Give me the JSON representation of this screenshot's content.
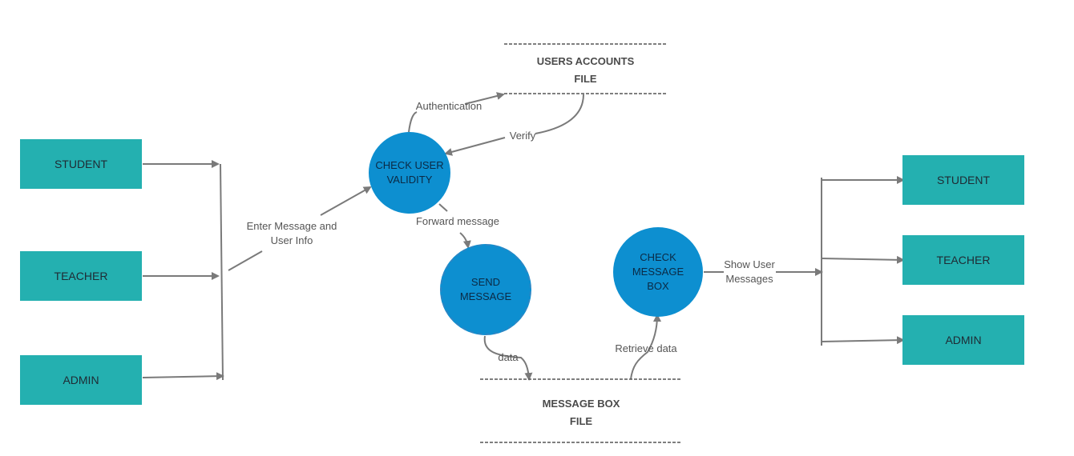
{
  "entities_left": [
    {
      "label": "STUDENT"
    },
    {
      "label": "TEACHER"
    },
    {
      "label": "ADMIN"
    }
  ],
  "entities_right": [
    {
      "label": "STUDENT"
    },
    {
      "label": "TEACHER"
    },
    {
      "label": "ADMIN"
    }
  ],
  "processes": {
    "check_user": "CHECK USER\nVALIDITY",
    "send_message": "SEND\nMESSAGE",
    "check_box": "CHECK\nMESSAGE\nBOX"
  },
  "stores": {
    "users_accounts": "USERS ACCOUNTS\nFILE",
    "message_box": "MESSAGE BOX\nFILE"
  },
  "flows": {
    "enter_message": "Enter Message and\nUser Info",
    "authentication": "Authentication",
    "verify": "Verify",
    "forward": "Forward message",
    "data": "data",
    "retrieve": "Retrieve data",
    "show_user": "Show User\nMessages"
  },
  "colors": {
    "entity": "#24b0b0",
    "process": "#0d8fd0",
    "line": "#7a7a7a"
  }
}
